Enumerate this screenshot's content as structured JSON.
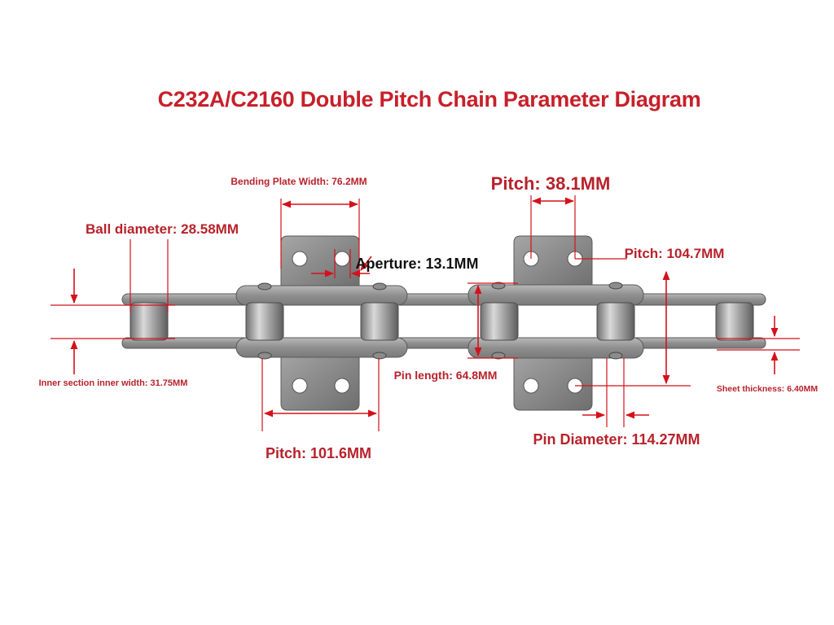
{
  "title": "C232A/C2160 Double Pitch Chain Parameter Diagram",
  "labels": {
    "bending_plate_width": "Bending Plate Width: 76.2MM",
    "pitch_38": "Pitch: 38.1MM",
    "ball_diameter": "Ball diameter: 28.58MM",
    "aperture": "Aperture: 13.1MM",
    "pitch_104": "Pitch: 104.7MM",
    "inner_width": "Inner section inner width: 31.75MM",
    "pin_length": "Pin length: 64.8MM",
    "sheet_thickness": "Sheet thickness: 6.40MM",
    "pin_diameter": "Pin Diameter: 114.27MM",
    "pitch_101": "Pitch: 101.6MM"
  },
  "colors": {
    "title": "#c7202a",
    "label": "#b8222b",
    "dimension_line": "#d3121b",
    "steel": "#9a9a9a"
  }
}
